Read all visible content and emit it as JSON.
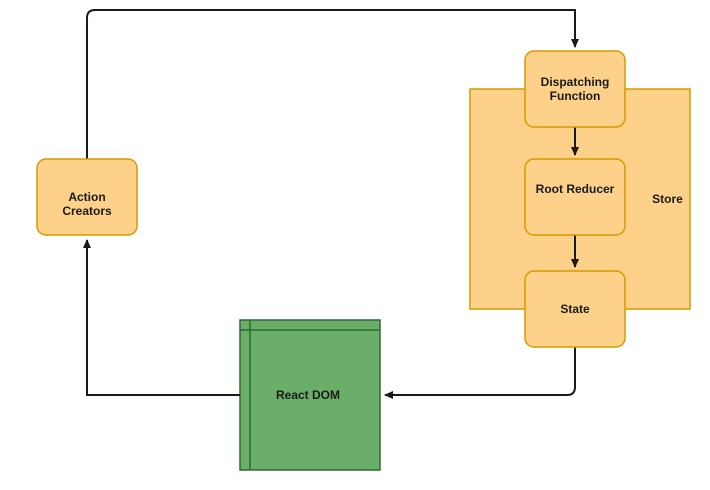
{
  "diagram": {
    "colors": {
      "node_fill": "#fdd18a",
      "node_stroke": "#d79b00",
      "dom_fill": "#6aae6a",
      "dom_stroke": "#2d6b30",
      "edge": "#1a1a1a"
    },
    "nodes": {
      "store": {
        "label": "Store"
      },
      "dispatching_function": {
        "label": "Dispatching\nFunction"
      },
      "root_reducer": {
        "label": "Root Reducer"
      },
      "state": {
        "label": "State"
      },
      "action_creators": {
        "label": "Action\nCreators"
      },
      "react_dom": {
        "label": "React DOM"
      }
    },
    "edges": [
      {
        "from": "action_creators",
        "to": "dispatching_function"
      },
      {
        "from": "dispatching_function",
        "to": "root_reducer"
      },
      {
        "from": "root_reducer",
        "to": "state"
      },
      {
        "from": "state",
        "to": "react_dom"
      },
      {
        "from": "react_dom",
        "to": "action_creators"
      }
    ]
  }
}
